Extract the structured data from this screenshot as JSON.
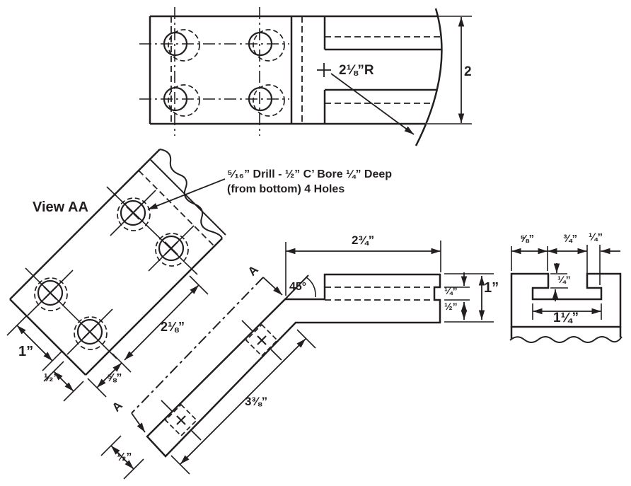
{
  "labels": {
    "top_view_radius": "2⅛”R",
    "top_view_height": "2",
    "view_aa_title": "View AA",
    "note_line1": "⁵⁄₁₆” Drill - ½” C’ Bore ¼” Deep",
    "note_line2": "(from bottom) 4 Holes",
    "aa_dim_1in": "1”",
    "aa_dim_half": "½”",
    "aa_dim_58": "⅝”",
    "aa_dim_218": "2⅛”",
    "side_dim_234": "2¾”",
    "side_angle": "45°",
    "side_dim_quarter": "¼”",
    "side_dim_half": "½”",
    "side_dim_1in": "1”",
    "side_dim_338": "3⅜”",
    "side_dim_half_end": "½”",
    "section_a_top": "A",
    "section_a_bottom": "A",
    "end_dim_58": "⅝”",
    "end_dim_34": "¾”",
    "end_dim_14_top": "¼”",
    "end_dim_14_depth": "¼”",
    "end_dim_114": "1¼”"
  },
  "colors": {
    "line": "#231f20",
    "background": "#ffffff"
  }
}
